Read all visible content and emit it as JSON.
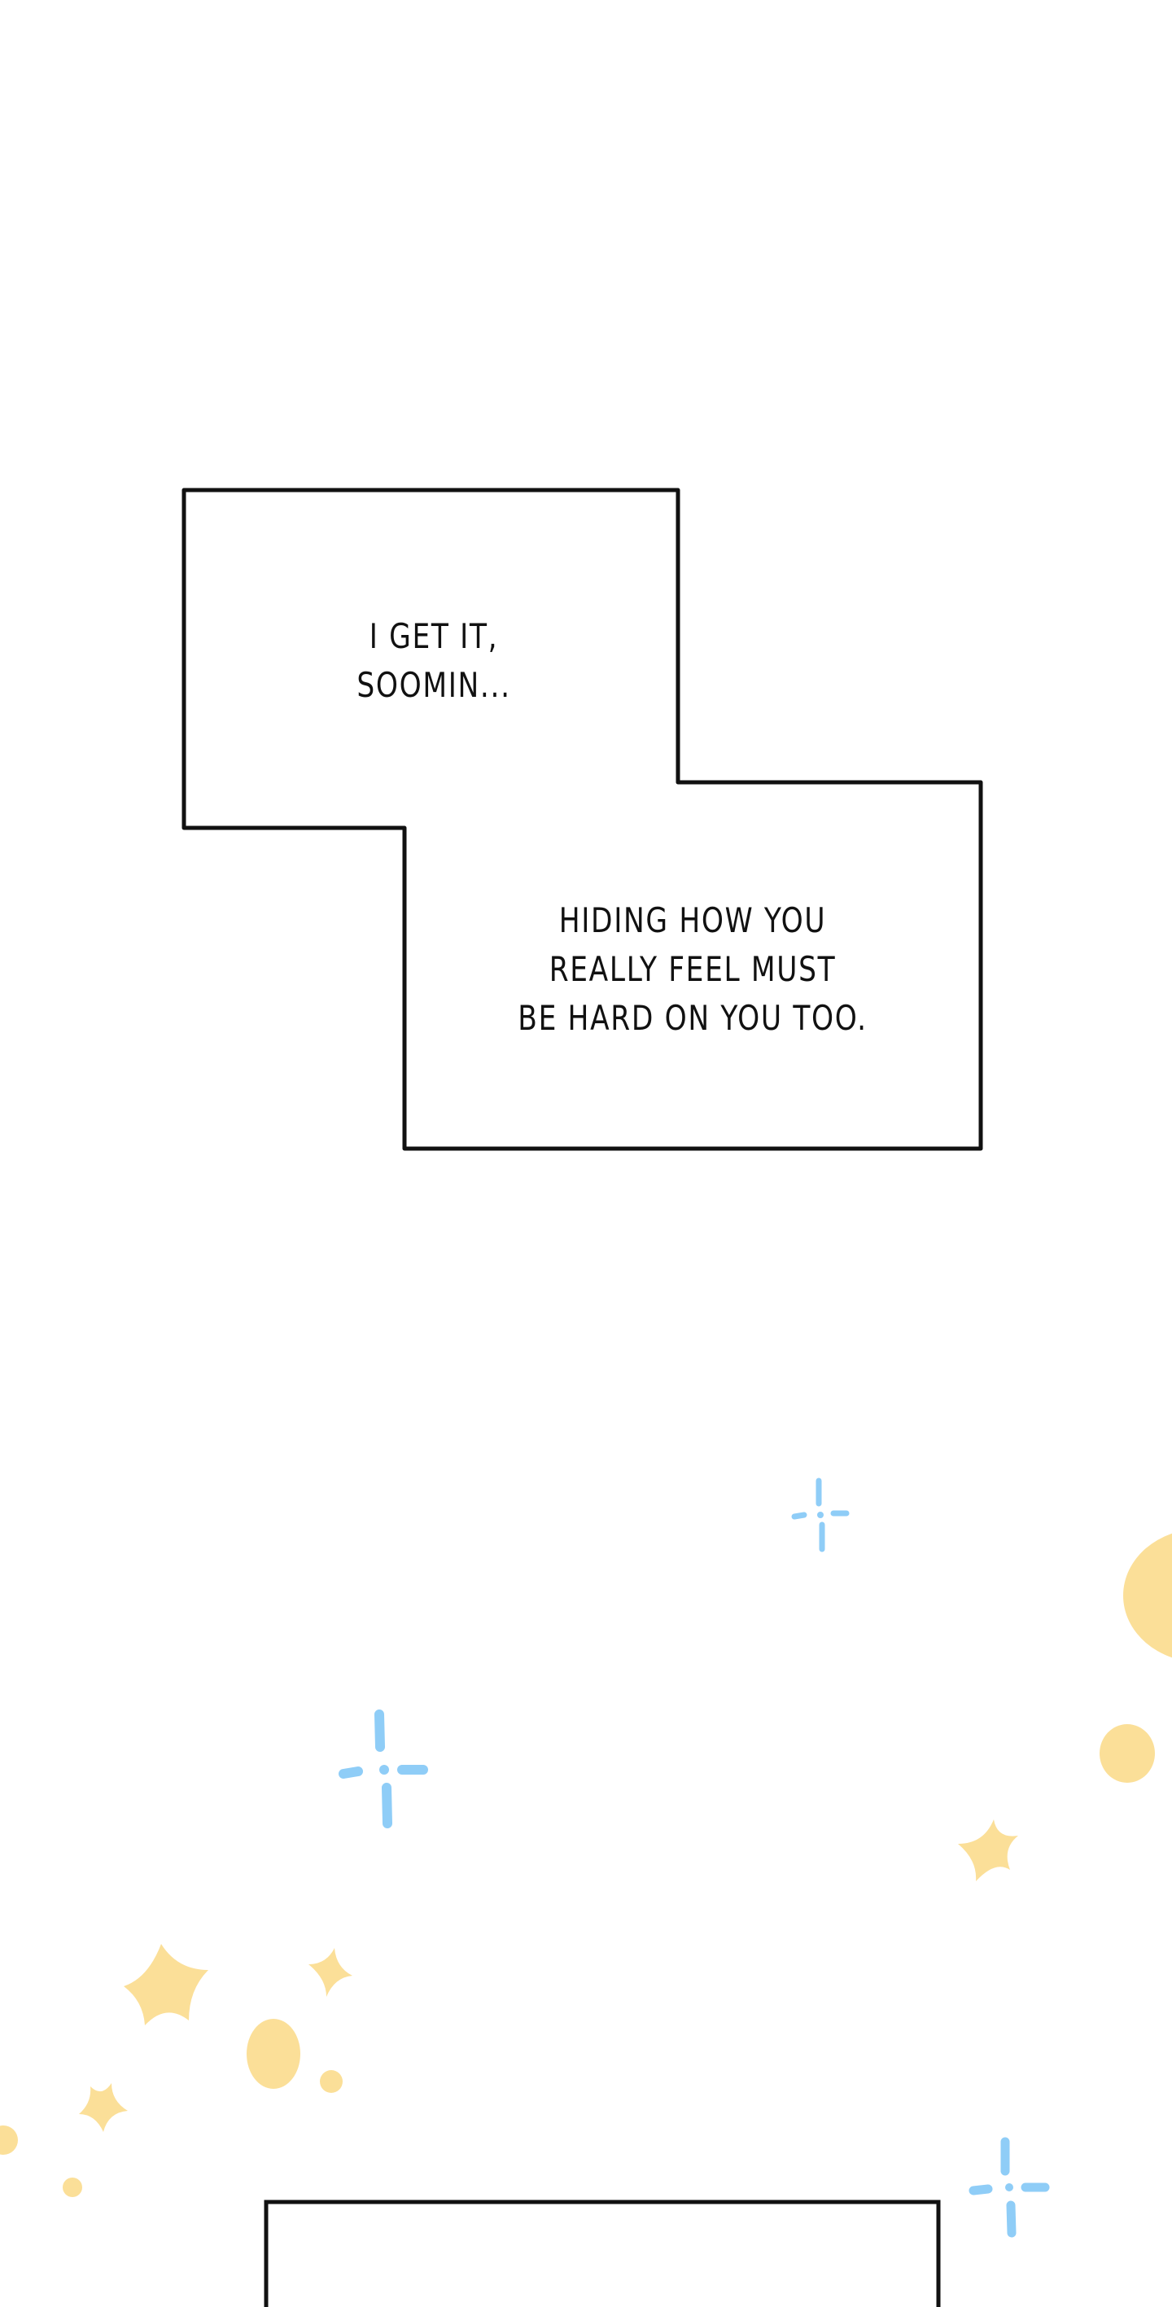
{
  "captions": {
    "first": {
      "lines": [
        "I GET IT,",
        "SOOMIN..."
      ]
    },
    "second": {
      "lines": [
        "HIDING HOW YOU",
        "REALLY FEEL MUST",
        "BE HARD ON YOU TOO."
      ]
    }
  },
  "colors": {
    "border": "#111111",
    "sparkle_blue": "#8fcdf7",
    "sparkle_yellow": "#fbdf98"
  }
}
